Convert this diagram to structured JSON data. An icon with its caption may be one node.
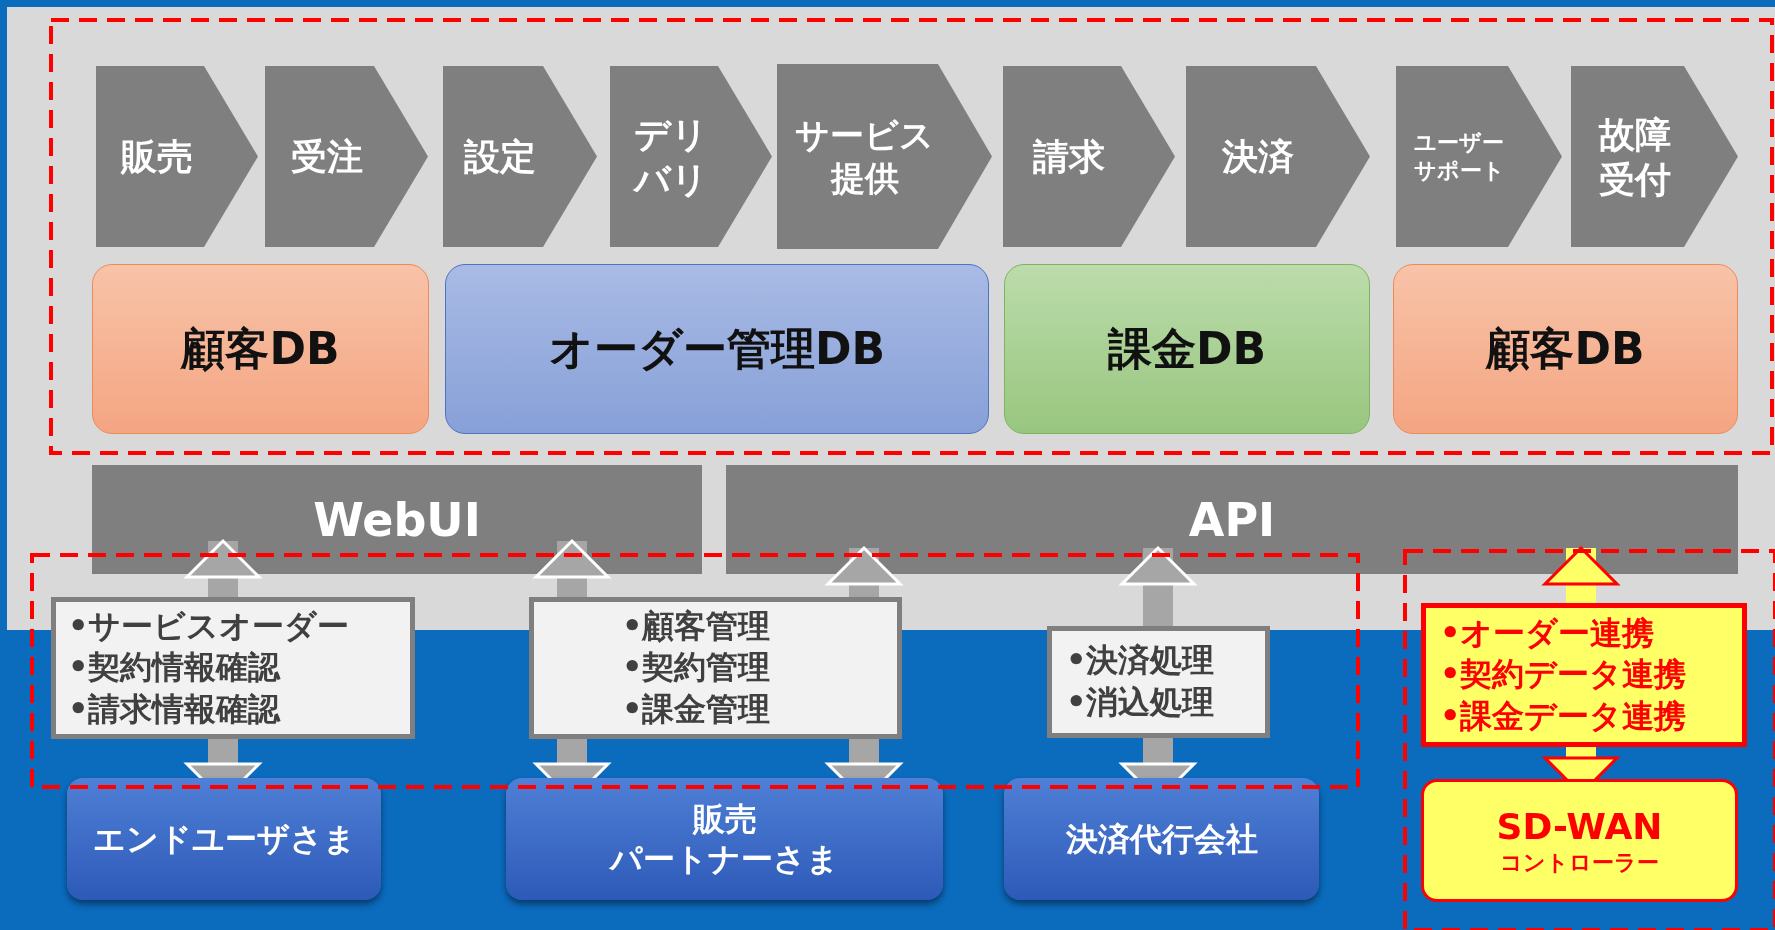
{
  "diagram": {
    "nodes": [
      {
        "text": [
          "販売"
        ]
      },
      {
        "text": [
          "受注"
        ]
      },
      {
        "text": [
          "設定"
        ]
      },
      {
        "text": [
          "デリバリ"
        ]
      },
      {
        "text": [
          "サービス提供"
        ]
      },
      {
        "text": [
          "請求"
        ]
      },
      {
        "text": [
          "決済"
        ]
      },
      {
        "text": [
          "ユーザーサポート"
        ]
      },
      {
        "text": [
          "故障受付"
        ]
      },
      {
        "text": [
          "顧客DB"
        ]
      },
      {
        "text": [
          "オーダー管理DB"
        ]
      },
      {
        "text": [
          "課金DB"
        ]
      },
      {
        "text": [
          "顧客DB"
        ]
      },
      {
        "text": [
          "WebUI"
        ]
      },
      {
        "text": [
          "API"
        ]
      },
      {
        "text": [
          "•サービスオーダー",
          "•契約情報確認",
          "•請求情報確認"
        ]
      },
      {
        "text": [
          "•顧客管理",
          "•契約管理",
          "•課金管理"
        ]
      },
      {
        "text": [
          "•決済処理",
          "•消込処理"
        ]
      },
      {
        "text": [
          "•オーダー連携",
          "•契約データ連携",
          "•課金データ連携"
        ]
      },
      {
        "text": [
          "エンドユーザさま"
        ]
      },
      {
        "text": [
          "販売パートナーさま"
        ]
      },
      {
        "text": [
          "決済代行会社"
        ]
      },
      {
        "text": [
          "SD-WAN",
          "コントローラー"
        ]
      }
    ],
    "edges": [
      {
        "from": 15,
        "to": 13,
        "arrow": "to"
      },
      {
        "from": 15,
        "to": 19,
        "arrow": "to"
      },
      {
        "from": 16,
        "to": 13,
        "arrow": "to"
      },
      {
        "from": 16,
        "to": 20,
        "arrow": "to"
      },
      {
        "from": 16,
        "to": 14,
        "arrow": "to"
      },
      {
        "from": 16,
        "to": 20,
        "arrow": "to"
      },
      {
        "from": 17,
        "to": 14,
        "arrow": "to"
      },
      {
        "from": 17,
        "to": 21,
        "arrow": "to"
      },
      {
        "from": 18,
        "to": 14,
        "arrow": "to",
        "color": "#ffff66"
      },
      {
        "from": 18,
        "to": 22,
        "arrow": "to",
        "color": "#ffff66"
      }
    ]
  }
}
